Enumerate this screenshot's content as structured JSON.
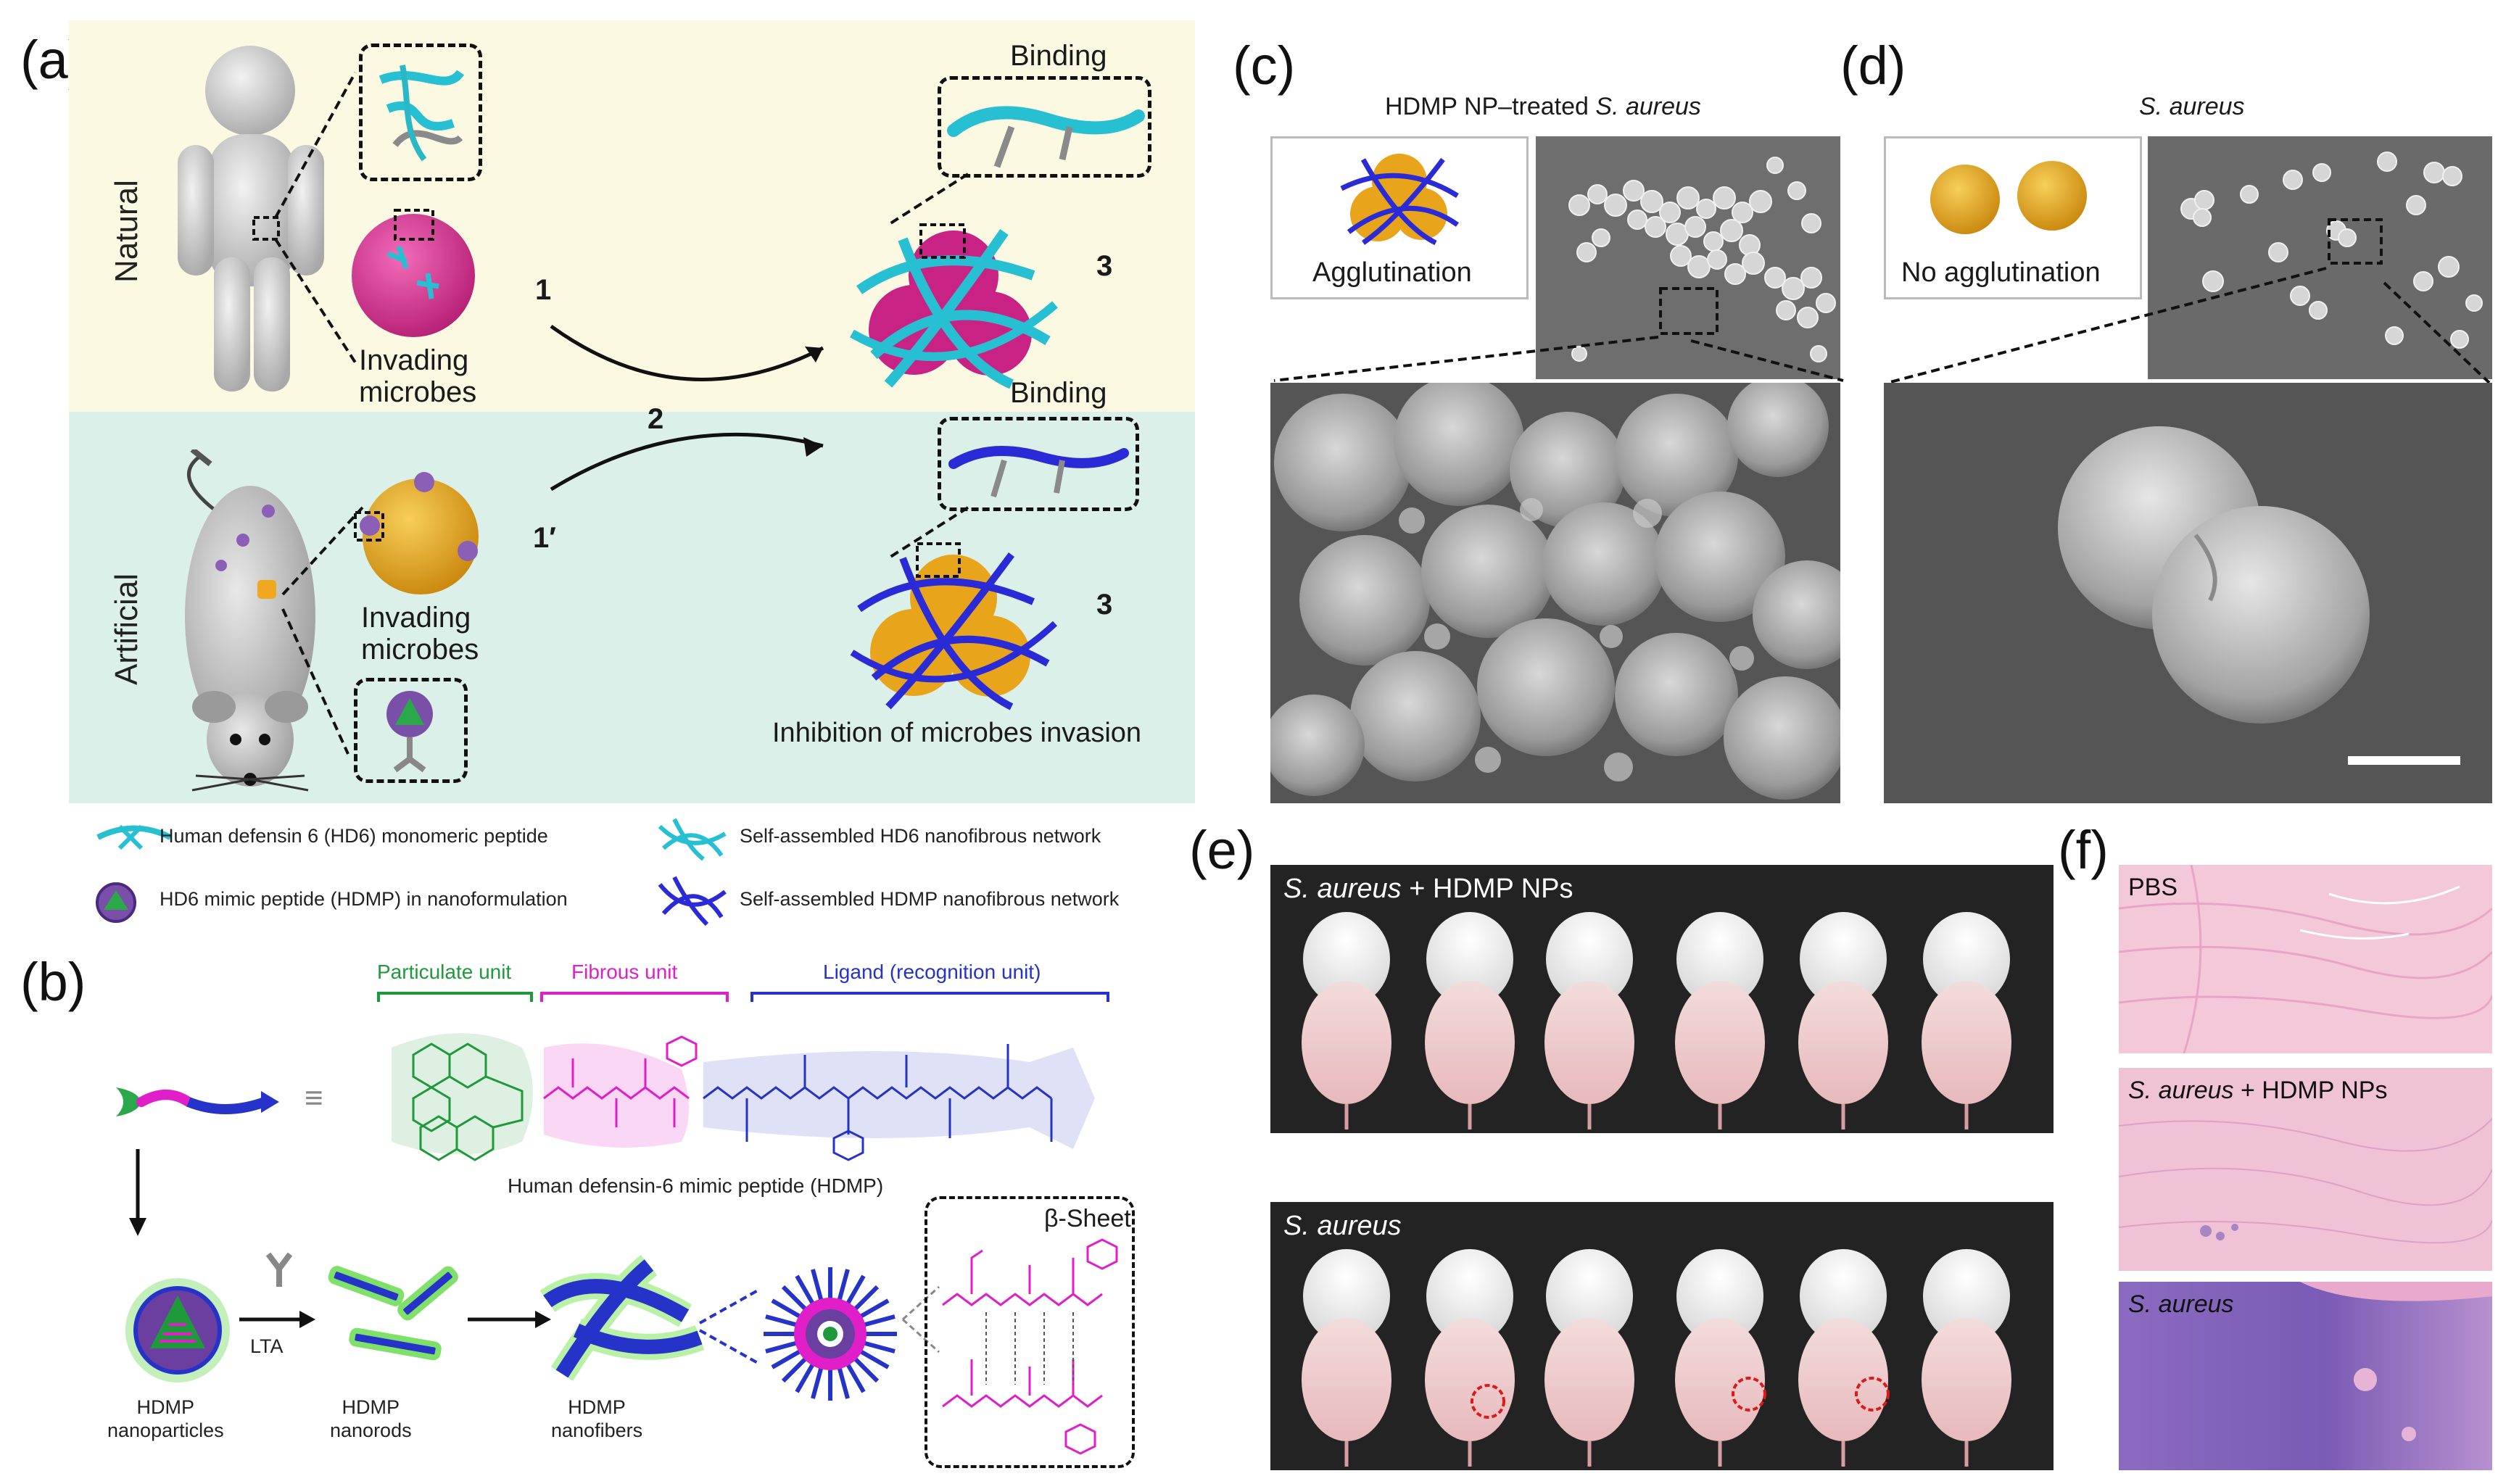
{
  "panels": {
    "a": {
      "label": "(a)",
      "natural_label": "Natural",
      "artificial_label": "Artificial",
      "binding_top": "Binding",
      "binding_bottom": "Binding",
      "invading_top": "Invading\nmicrobes",
      "invading_bottom": "Invading\nmicrobes",
      "step1": "1",
      "step2": "2",
      "step1p": "1′",
      "step3_top": "3",
      "step3_bottom": "3",
      "inhibition": "Inhibition of microbes invasion",
      "colors": {
        "natural_bg": "#fbf9e2",
        "artificial_bg": "#dcf0ea",
        "cyan": "#27c0d2",
        "blue": "#2a2ad6",
        "pink": "#d43a94",
        "gold": "#e8a51c"
      },
      "legend": [
        {
          "icon": "hd6-monomer-icon",
          "text": "Human defensin 6 (HD6) monomeric peptide"
        },
        {
          "icon": "hd6-network-icon",
          "text": "Self-assembled HD6 nanofibrous network"
        },
        {
          "icon": "hdmp-nanoformulation-icon",
          "text": "HD6 mimic peptide (HDMP) in nanoformulation"
        },
        {
          "icon": "hdmp-network-icon",
          "text": "Self-assembled HDMP nanofibrous network"
        }
      ]
    },
    "b": {
      "label": "(b)",
      "particulate_unit": "Particulate unit",
      "fibrous_unit": "Fibrous unit",
      "ligand_unit": "Ligand (recognition unit)",
      "molecule_caption": "Human defensin-6 mimic peptide (HDMP)",
      "lta": "LTA",
      "beta_sheet": "β-Sheet",
      "nanoparticles": "HDMP\nnanoparticles",
      "nanorods": "HDMP\nnanorods",
      "nanofibers": "HDMP\nnanofibers",
      "colors": {
        "green": "#1f9a3a",
        "magenta": "#e01fc8",
        "blue": "#2633c8"
      }
    },
    "c": {
      "label": "(c)",
      "title_prefix": "HDMP NP–treated ",
      "title_italic": "S. aureus",
      "inset_text": "Agglutination"
    },
    "d": {
      "label": "(d)",
      "title_italic": "S. aureus",
      "inset_text": "No agglutination"
    },
    "e": {
      "label": "(e)",
      "top_italic": "S. aureus",
      "top_rest": " + HDMP NPs",
      "bottom_italic": "S. aureus"
    },
    "f": {
      "label": "(f)",
      "pbs": "PBS",
      "mid_italic": "S. aureus",
      "mid_rest": " + HDMP NPs",
      "bottom_italic": "S. aureus"
    }
  }
}
